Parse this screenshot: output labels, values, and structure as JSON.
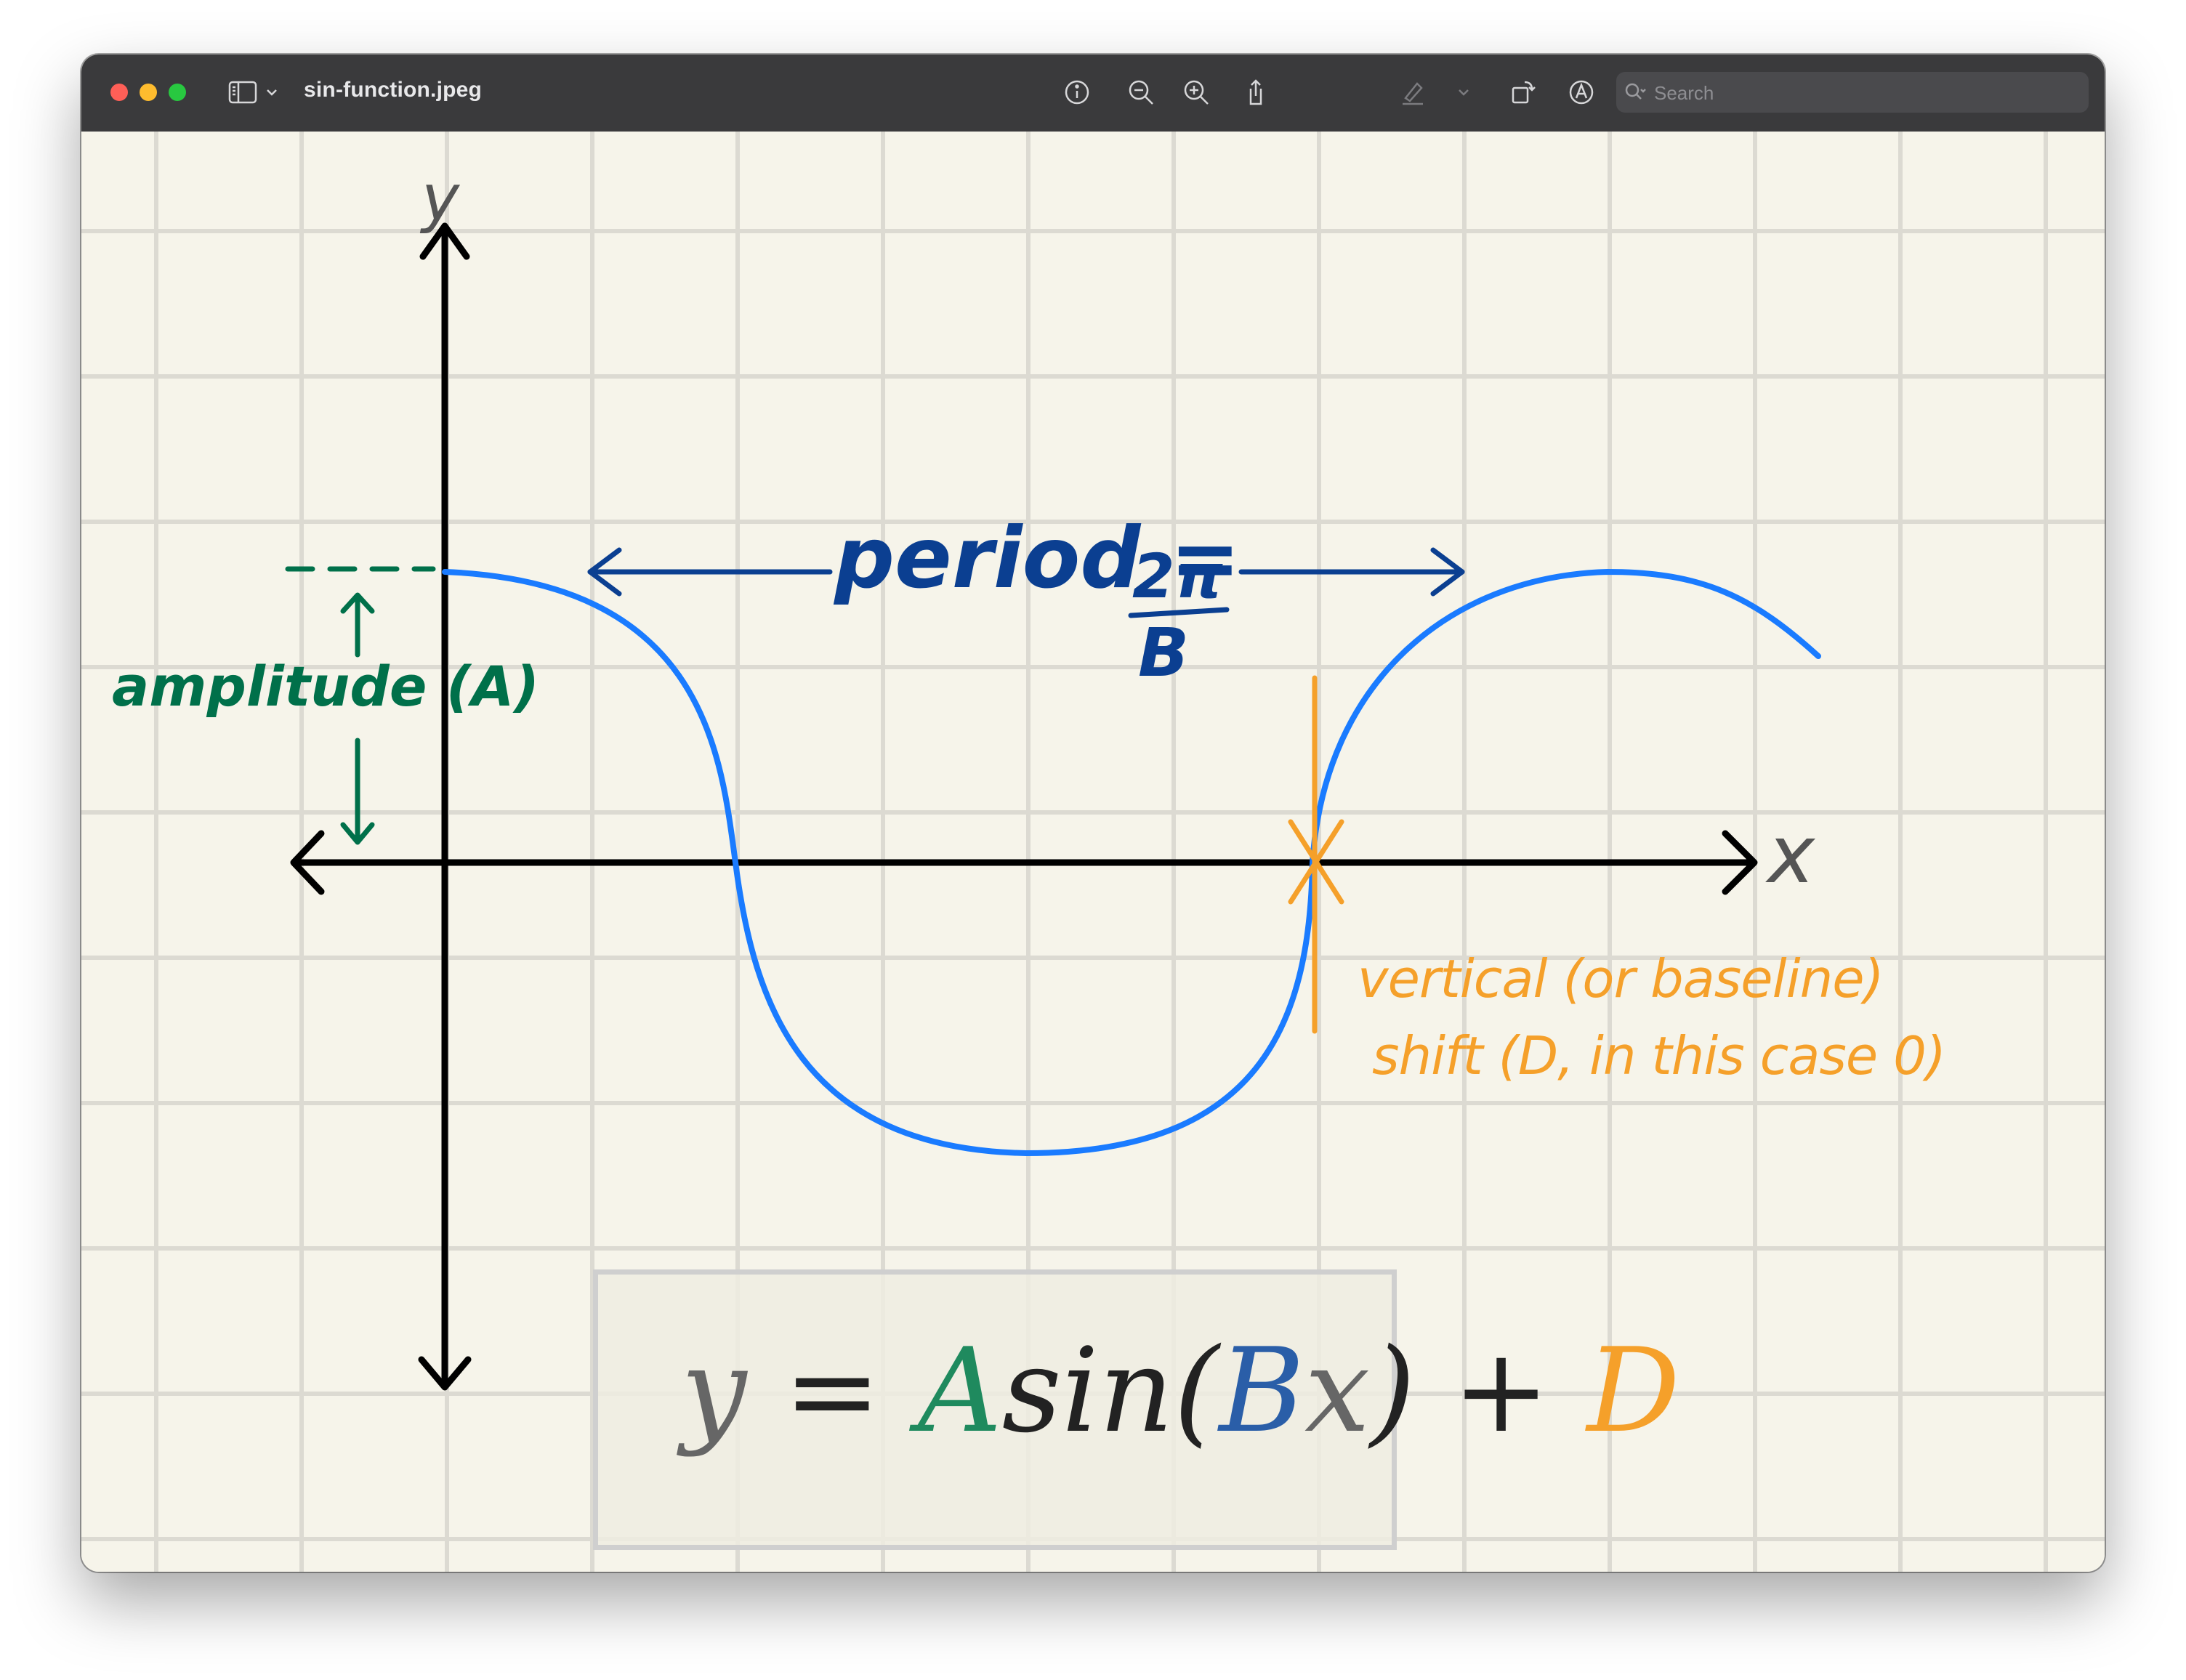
{
  "window": {
    "title": "sin-function.jpeg",
    "search_placeholder": "Search"
  },
  "toolbar": {
    "icons": [
      "sidebar-icon",
      "chevron-down-icon",
      "info-icon",
      "zoom-out-icon",
      "zoom-in-icon",
      "share-icon",
      "highlight-pen-icon",
      "chevron-down-icon",
      "rotate-icon",
      "markup-icon",
      "signature-icon"
    ]
  },
  "sketch": {
    "y_axis_label": "y",
    "x_axis_label": "x",
    "period_text": "period =",
    "period_numerator": "2π",
    "period_denominator": "B",
    "amplitude_label": "amplitude (A)",
    "shift_line1": "vertical (or baseline)",
    "shift_line2": "shift (D, in this case 0)",
    "formula": {
      "y": "y",
      "equals": " = ",
      "A": "A",
      "sin": "sin",
      "open": "(",
      "B": "B",
      "x": "x",
      "close": ")",
      "plus": " + ",
      "D": "D"
    },
    "colors": {
      "curve": "#1a7bff",
      "period": "#0b3f91",
      "amplitude": "#00704a",
      "shift": "#f5a02a",
      "axes": "#000000",
      "axis_labels": "#555555"
    }
  }
}
